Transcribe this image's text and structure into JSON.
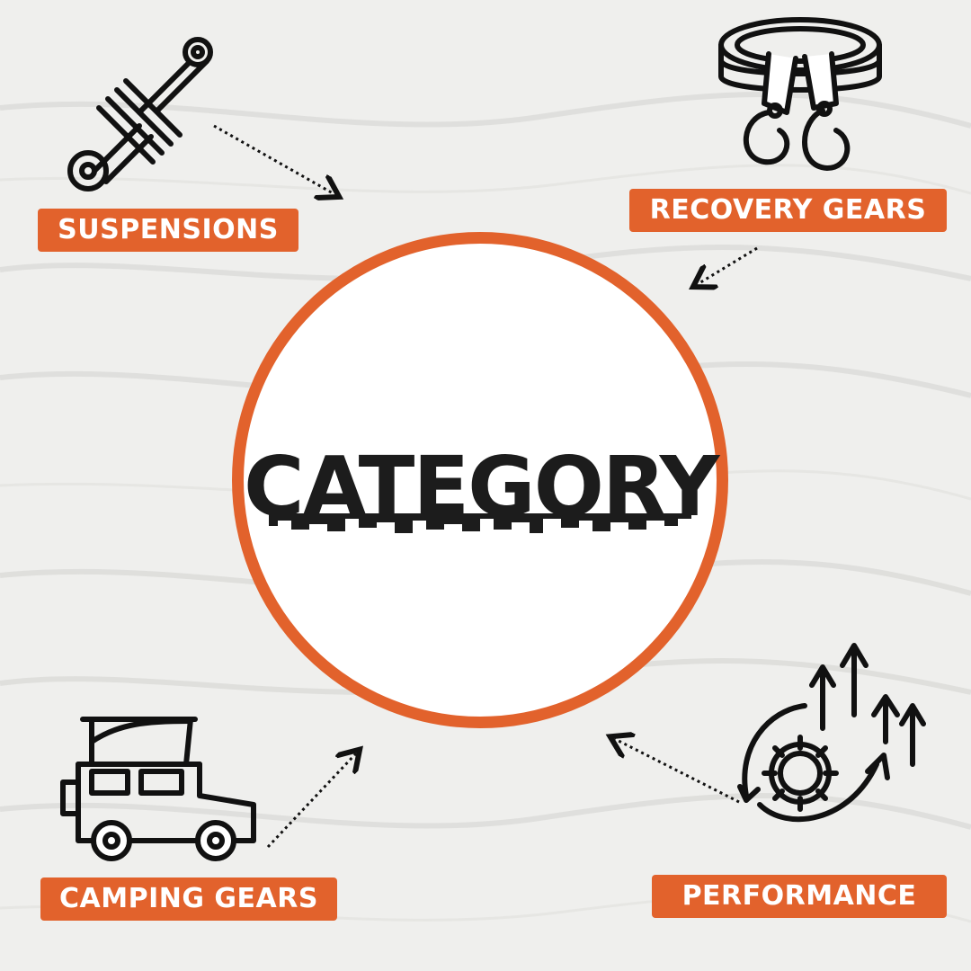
{
  "colors": {
    "accent": "#e2622c",
    "background": "#eeeeec",
    "ink": "#111111"
  },
  "center": {
    "title": "CATEGORY"
  },
  "categories": [
    {
      "label": "SUSPENSIONS",
      "icon": "shock-absorber-icon"
    },
    {
      "label": "RECOVERY GEARS",
      "icon": "tow-strap-hooks-icon"
    },
    {
      "label": "CAMPING GEARS",
      "icon": "rooftop-tent-vehicle-icon"
    },
    {
      "label": "PERFORMANCE",
      "icon": "gear-growth-arrows-icon"
    }
  ]
}
